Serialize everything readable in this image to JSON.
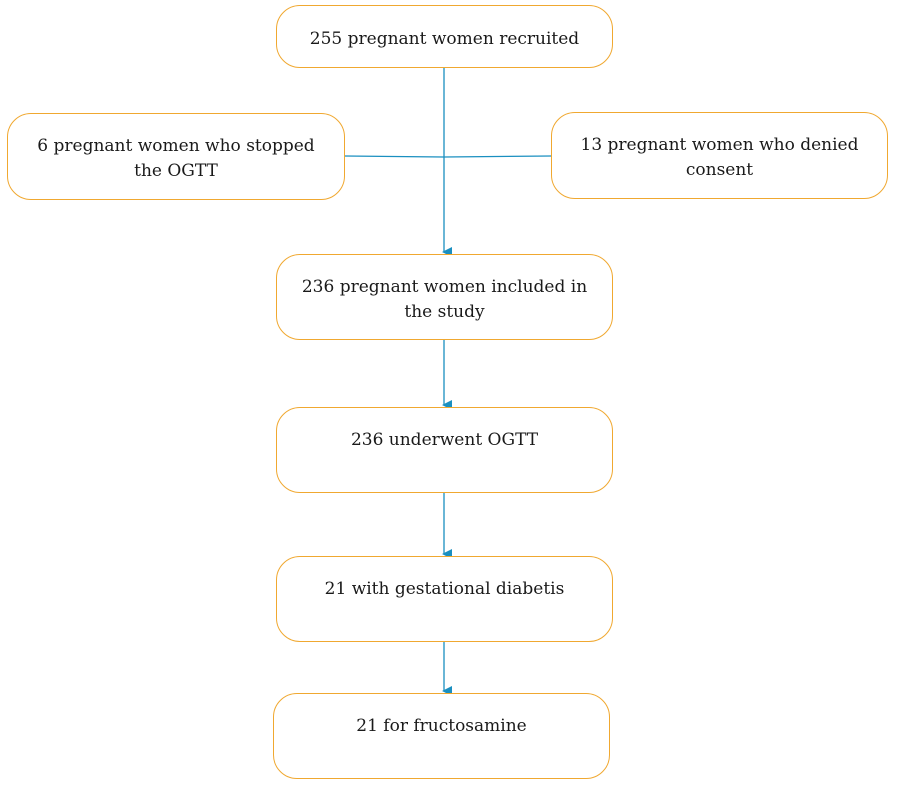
{
  "boxes": {
    "recruited": "255 pregnant women recruited",
    "stopped_ogtt": "6 pregnant women who stopped the OGTT",
    "denied_consent": "13 pregnant women who denied consent",
    "included": "236 pregnant women included in the study",
    "underwent_ogtt": "236 underwent OGTT",
    "gestational_diabetes": "21 with gestational diabetis",
    "fructosamine": "21 for fructosamine"
  },
  "colors": {
    "box_border": "#f0a830",
    "connector": "#1a8fc0",
    "text": "#1a1a1a"
  }
}
